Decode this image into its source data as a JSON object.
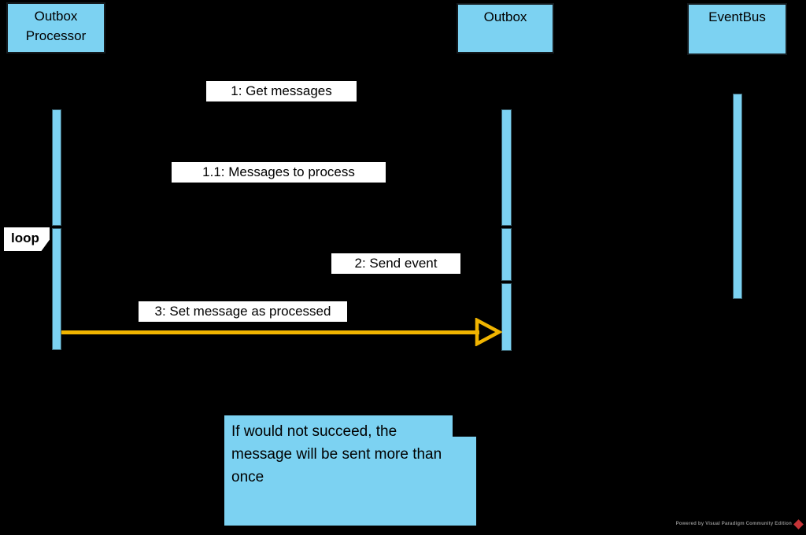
{
  "diagram_type": "uml-sequence-diagram",
  "participants": [
    {
      "label": "Outbox Processor"
    },
    {
      "label": "Outbox"
    },
    {
      "label": "EventBus"
    }
  ],
  "messages": [
    {
      "label": "1: Get messages"
    },
    {
      "label": "1.1: Messages to process"
    },
    {
      "label": "2: Send event"
    },
    {
      "label": "3: Set message as processed"
    }
  ],
  "fragment": {
    "label": "loop"
  },
  "note": {
    "text": "If would not succeed, the message will be sent more than once"
  },
  "watermark": {
    "label": "Powered by Visual Paradigm Community Edition"
  },
  "colors": {
    "background": "#000000",
    "participant_fill": "#7CD2F2",
    "note_fill": "#7CD2F2",
    "label_bg": "#FFFFFF",
    "arrow": "#F0B400",
    "watermark_text": "#8C8C8C",
    "watermark_red": "#C53437"
  }
}
